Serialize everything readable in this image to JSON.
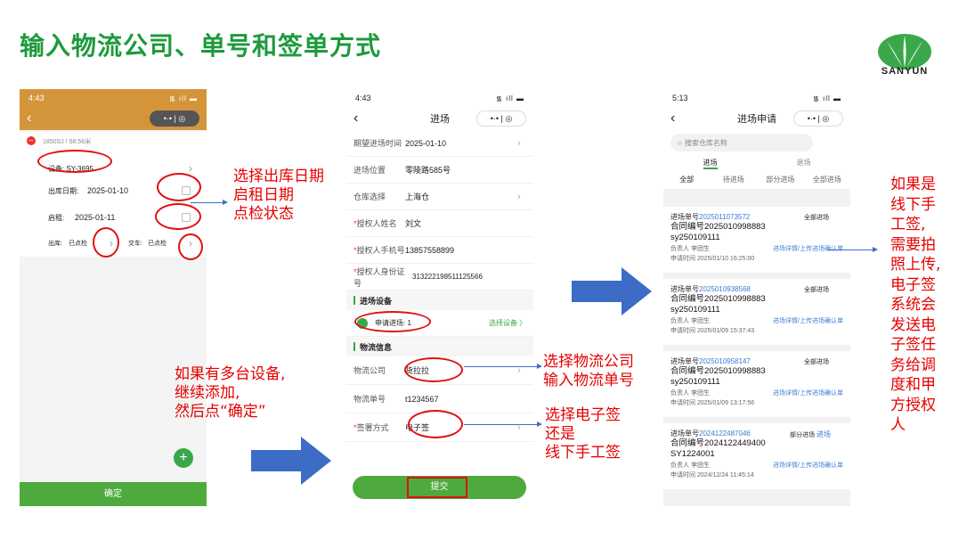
{
  "slide": {
    "title": "输入物流公司、单号和签单方式"
  },
  "logo": {
    "text": "SANYUN"
  },
  "phone1": {
    "time": "4:43",
    "signal": "᯾ ıll ▬",
    "capsule": "•·• | ◎",
    "summary": "1850SJ / 58.56米",
    "equipment": "设备: SY-3695",
    "out_date_label": "出库日期:",
    "out_date": "2025-01-10",
    "start_label": "启租:",
    "start_date": "2025-01-11",
    "out_check_label": "出库:",
    "out_check_value": "已点检",
    "handover_label": "交车:",
    "handover_value": "已点检",
    "add_icon": "plus-icon",
    "confirm": "确定"
  },
  "phone2": {
    "time": "4:43",
    "title": "进场",
    "fields": [
      {
        "label": "期望进场时间",
        "value": "2025-01-10",
        "required": false
      },
      {
        "label": "进场位置",
        "value": "零陵路585号",
        "required": false
      },
      {
        "label": "仓库选择",
        "value": "上海仓",
        "required": false
      },
      {
        "label": "授权人姓名",
        "value": "刘文",
        "required": true
      },
      {
        "label": "授权人手机号",
        "value": "13857558899",
        "required": true
      },
      {
        "label": "授权人身份证号",
        "value": "313222198511125566",
        "required": true
      }
    ],
    "section_equipment": "进场设备",
    "apply_label": "申请进场: 1",
    "select_equipment": "选择设备 〉",
    "section_logistics": "物流信息",
    "logistics_company_label": "物流公司",
    "logistics_company_value": "货拉拉",
    "logistics_no_label": "物流单号",
    "logistics_no_value": "t1234567",
    "sign_label": "签署方式",
    "sign_value": "电子签",
    "submit": "提交"
  },
  "phone3": {
    "time": "5:13",
    "title": "进场申请",
    "search_placeholder": "搜索仓库名称",
    "seg_left": "进场",
    "seg_right": "退场",
    "tabs": [
      "全部",
      "待进场",
      "部分进场",
      "全部进场"
    ],
    "records": [
      {
        "no_label": "进场单号",
        "no": "2025011073572",
        "status": "全部进场",
        "contract": "合同编号2025010998883",
        "sy": "sy250109111",
        "owner": "负责人   李团生",
        "action": "进场详情/上传进场确认单",
        "time": "申请时间   2025/01/10 16:25:00"
      },
      {
        "no_label": "进场单号",
        "no": "2025010938568",
        "status": "全部进场",
        "contract": "合同编号2025010998883",
        "sy": "sy250109111",
        "owner": "负责人   李团生",
        "action": "进场详情/上传进场确认单",
        "time": "申请时间   2025/01/09 15:37:43"
      },
      {
        "no_label": "进场单号",
        "no": "2025010958147",
        "status": "全部进场",
        "contract": "合同编号2025010998883",
        "sy": "sy250109111",
        "owner": "负责人   李团生",
        "action": "进场详情/上传进场确认单",
        "time": "申请时间   2025/01/09 13:17:56"
      },
      {
        "no_label": "进场单号",
        "no": "2024122487046",
        "status": "部分进场",
        "status_link": "进场",
        "contract": "合同编号2024122449400",
        "sy": "SY1224001",
        "owner": "负责人   李团生",
        "action": "进场详情/上传进场确认单",
        "time": "申请时间   2024/12/24 11:45:14"
      }
    ]
  },
  "annotations": {
    "a1": [
      "选择出库日期",
      "启租日期",
      "点检状态"
    ],
    "a2": [
      "如果有多台设备,",
      "继续添加,",
      "然后点“确定”"
    ],
    "a3": [
      "选择物流公司",
      "输入物流单号"
    ],
    "a4": [
      "选择电子签",
      "还是",
      "线下手工签"
    ],
    "a5": [
      "如果是",
      "线下手",
      "工签,",
      "需要拍",
      "照上传,",
      "电子签",
      "系统会",
      "发送电",
      "子签任",
      "务给调",
      "度和甲",
      "方授权",
      "人"
    ]
  },
  "colors": {
    "brand_green": "#1d9a3c",
    "button_green": "#4faa3e",
    "annotation_red": "#e60000",
    "header_orange": "#d4953a",
    "link_blue": "#3b7bd8"
  }
}
